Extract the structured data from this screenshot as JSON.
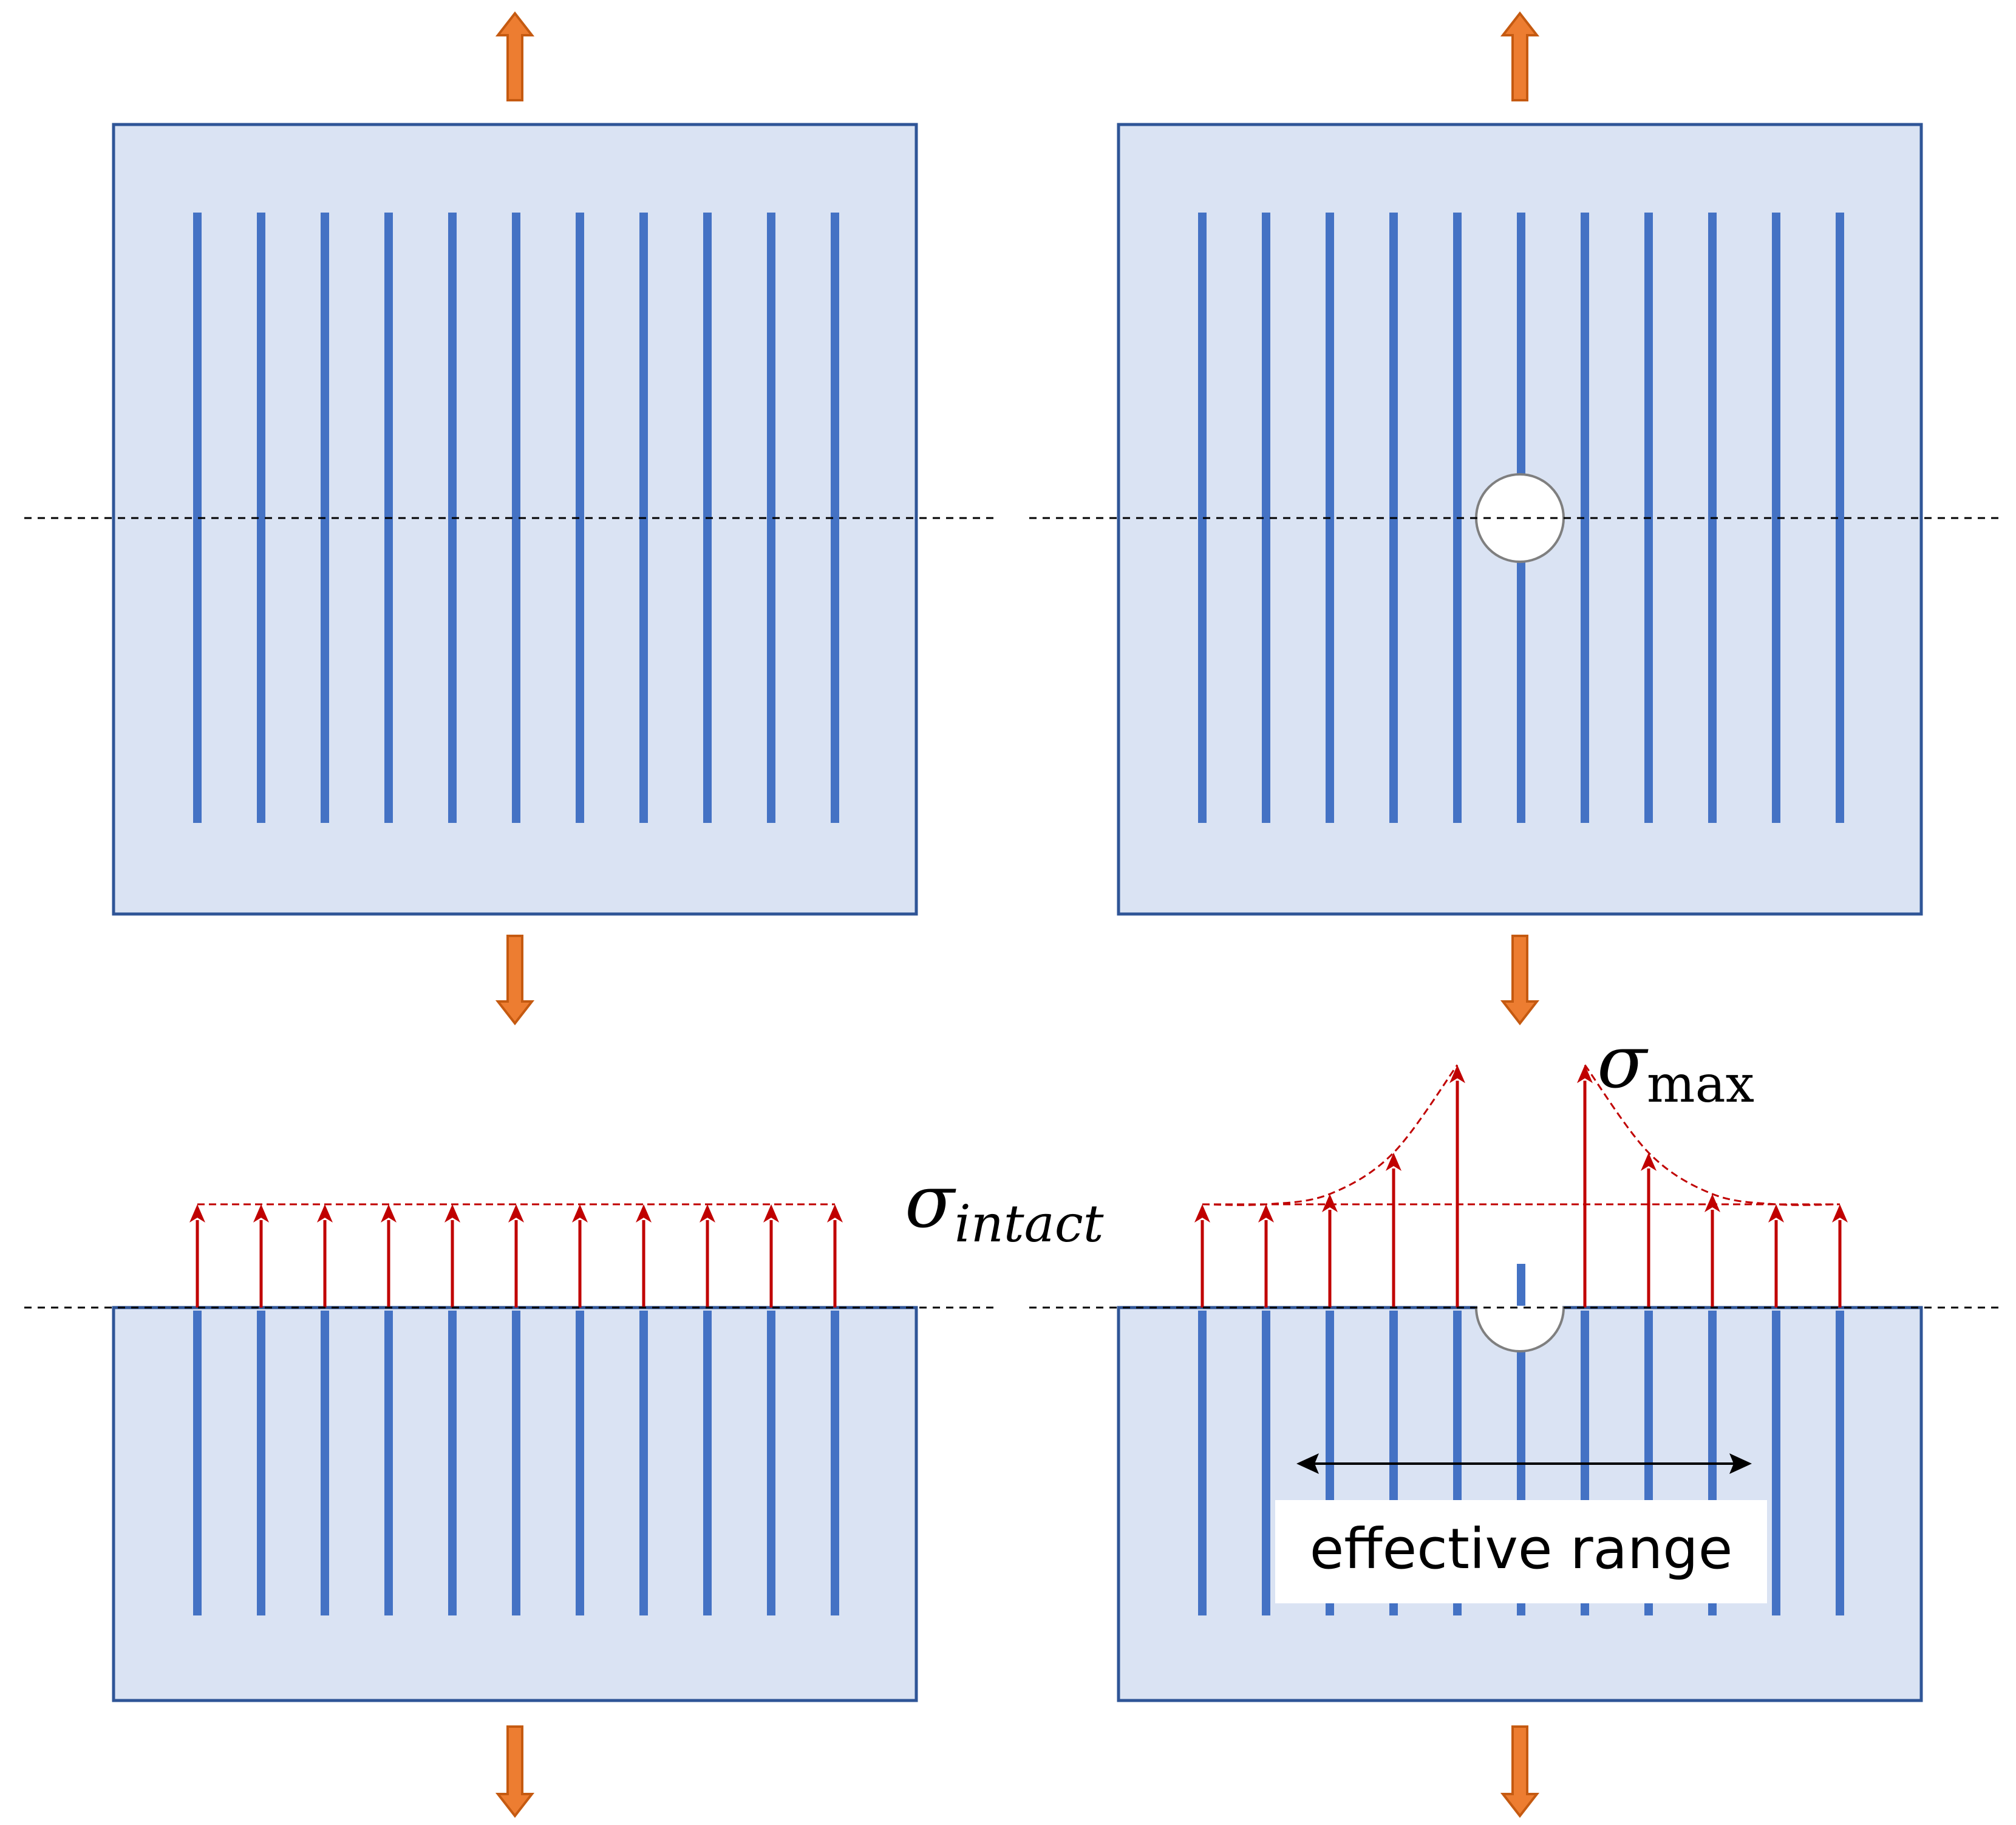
{
  "labels": {
    "sigma_intact_symbol": "σ",
    "sigma_intact_sub": "intact",
    "sigma_max_symbol": "σ",
    "sigma_max_sub": "max",
    "effective_range": "effective range"
  },
  "colors": {
    "plate_fill": "#dae3f3",
    "plate_stroke": "#2f5597",
    "fiber": "#4472c4",
    "load_arrow_fill": "#ed7d31",
    "load_arrow_stroke": "#c55a11",
    "stress_arrow": "#c00000",
    "hole_stroke": "#7f7f7f",
    "dashed_line": "#000000"
  },
  "panels": {
    "fiber_count": 11,
    "stress": {
      "intact_values": [
        1,
        1,
        1,
        1,
        1,
        1,
        1,
        1,
        1,
        1,
        1
      ],
      "notched_values": [
        1,
        1,
        1.1,
        1.5,
        2.35,
        0,
        2.35,
        1.5,
        1.1,
        1,
        1
      ]
    }
  }
}
